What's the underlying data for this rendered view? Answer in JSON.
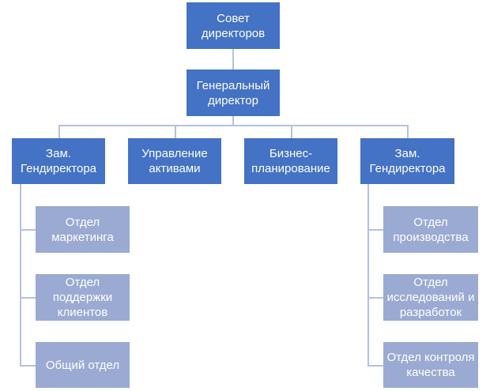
{
  "org_chart": {
    "board": "Совет\nдиректоров",
    "ceo": "Генеральный\nдиректор",
    "level2": [
      "Зам.\nГендиректора",
      "Управление\nактивами",
      "Бизнес-\nпланирование",
      "Зам.\nГендиректора"
    ],
    "left_departments": [
      "Отдел\nмаркетинга",
      "Отдел\nподдержки\nклиентов",
      "Общий отдел"
    ],
    "right_departments": [
      "Отдел\nпроизводства",
      "Отдел\nисследований и\nразработок",
      "Отдел контроля\nкачества"
    ]
  },
  "colors": {
    "primary_box": "#4472c4",
    "secondary_box": "#9aaad2",
    "connector": "#b4c2e0"
  }
}
